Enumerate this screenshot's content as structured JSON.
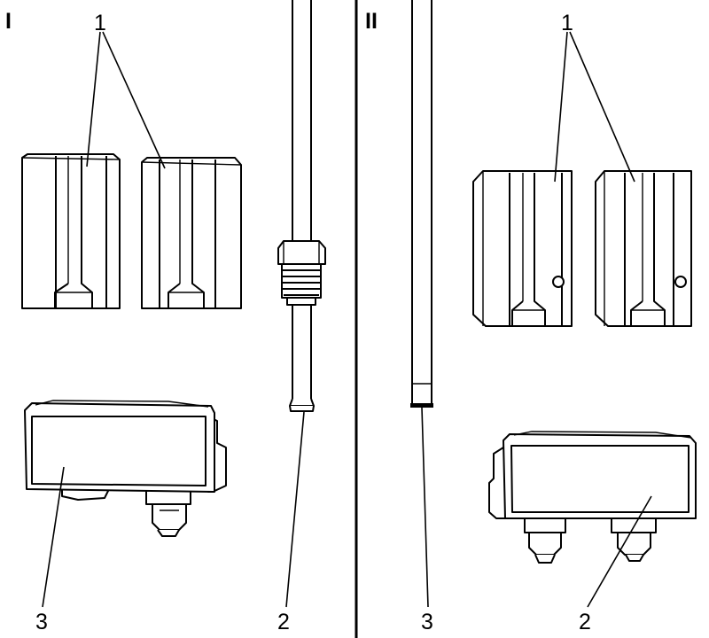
{
  "panels": {
    "left": "I",
    "right": "II"
  },
  "callouts": {
    "left_dies": "1",
    "left_tube": "2",
    "left_holder": "3",
    "right_dies": "1",
    "right_tube": "3",
    "right_holder": "2"
  }
}
